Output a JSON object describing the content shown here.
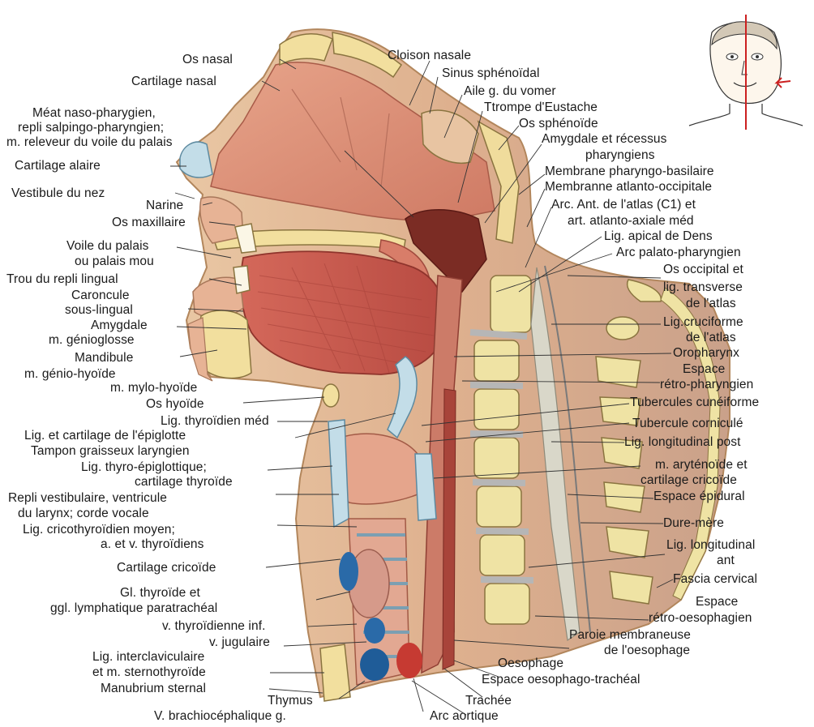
{
  "labels": {
    "os_nasal": "Os nasal",
    "cartilage_nasal": "Cartilage nasal",
    "meat_1": "Méat naso-pharygien,",
    "meat_2": "repli salpingo-pharyngien;",
    "meat_3": "m. releveur du voile du palais",
    "cartilage_alaire": "Cartilage alaire",
    "vestibule": "Vestibule du nez",
    "narine": "Narine",
    "os_maxillaire": "Os maxillaire",
    "voile_1": "Voile du palais",
    "voile_2": "ou palais mou",
    "trou_repli": "Trou du repli lingual",
    "caroncule_1": "Caroncule",
    "caroncule_2": "sous-lingual",
    "amygdale": "Amygdale",
    "genioglosse": "m. génioglosse",
    "mandibule": "Mandibule",
    "genio_hyoide": "m. génio-hyoïde",
    "mylo_hyoide": "m. mylo-hyoïde",
    "os_hyoide": "Os hyoïde",
    "lig_thyroidien": "Lig. thyroïdien méd",
    "lig_epiglotte": "Lig. et cartilage de l'épiglotte",
    "tampon": "Tampon graisseux laryngien",
    "thyro_epi_1": "Lig. thyro-épiglottique;",
    "thyro_epi_2": "cartilage thyroïde",
    "repli_vest_1": "Repli vestibulaire, ventricule",
    "repli_vest_2": "du larynx; corde vocale",
    "cricothy_1": "Lig. cricothyroïdien moyen;",
    "cricothy_2": "a. et v. thyroïdiens",
    "cartilage_cricoide": "Cartilage cricoïde",
    "gl_thyroide_1": "Gl. thyroïde et",
    "gl_thyroide_2": "ggl. lymphatique paratrachéal",
    "v_thyroidienne": "v. thyroïdienne inf.",
    "v_jugulaire": "v. jugulaire",
    "interclav_1": "Lig. interclaviculaire",
    "interclav_2": "et m. sternothyroïde",
    "manubrium": "Manubrium sternal",
    "thymus": "Thymus",
    "v_brachio": "V. brachiocéphalique g.",
    "cloison": "Cloison nasale",
    "sinus": "Sinus sphénoïdal",
    "aile": "Aile g. du vomer",
    "trompe": "Ttrompe d'Eustache",
    "os_sphenoide": "Os sphénoïde",
    "amyg_rec_1": "Amygdale et récessus",
    "amyg_rec_2": "pharyngiens",
    "membrane_ph": "Membrane pharyngo-basilaire",
    "membrane_at": "Membranne atlanto-occipitale",
    "arc_ant_1": "Arc. Ant. de l'atlas (C1) et",
    "arc_ant_2": "art. atlanto-axiale méd",
    "lig_apical": "Lig. apical de Dens",
    "arc_palato": "Arc palato-pharyngien",
    "os_occ_1": "Os occipital et",
    "os_occ_2": "lig. transverse",
    "os_occ_3": "de l'atlas",
    "lig_cruc_1": "Lig.cruciforme",
    "lig_cruc_2": "de l'atlas",
    "oropharynx": "Oropharynx",
    "espace_retro_1": "Espace",
    "espace_retro_2": "rétro-pharyngien",
    "tub_cuneiforme": "Tubercules cunéiforme",
    "tub_corniculé": "Tubercule corniculé",
    "lig_long_post": "Lig. longitudinal post",
    "aryt_1": "m. aryténoïde et",
    "aryt_2": "cartilage cricoïde",
    "espace_epidural": "Espace épidural",
    "dure_mere": "Dure-mère",
    "lig_long_ant_1": "Lig. longitudinal",
    "lig_long_ant_2": "ant",
    "fascia": "Fascia cervical",
    "retro_oeso_1": "Espace",
    "retro_oeso_2": "rétro-oesophagien",
    "paroi_1": "Paroie membraneuse",
    "paroi_2": "de l'oesophage",
    "oesophage": "Oesophage",
    "espace_oeso_trach": "Espace oesophago-trachéal",
    "trachee": "Trachée",
    "arc_aortique": "Arc aortique"
  },
  "colors": {
    "muscle": "#c8584e",
    "muscle_light": "#e3a08a",
    "bone": "#efdca0",
    "cartilage": "#b9d3e0",
    "mucosa": "#d98b7a",
    "pharynx": "#7a2a22",
    "line": "#333333"
  }
}
